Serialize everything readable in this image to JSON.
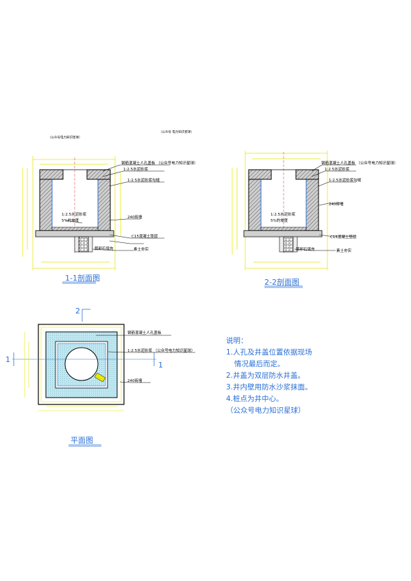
{
  "header": {
    "left_note": "（公众号电力知识星球）",
    "center_note": "（公众号 电力知识星球）"
  },
  "section11": {
    "title": "1-1剖面图",
    "labels": {
      "lid": "钢筋混凝土人孔盖板 （公众号电力知识星球）",
      "mortar": "1:2.5水泥砂浆",
      "mortar_pointing": "1:2.5水泥砂浆勾缝",
      "mortar_inner": "1:2.5水泥砂浆",
      "slope": "5%的坡度",
      "brick": "240砖墙",
      "c15": "C15混凝土垫层",
      "gravel": "鹅卵石填充",
      "soil": "素土夯实"
    }
  },
  "section22": {
    "title": "2-2剖面图",
    "labels": {
      "lid": "钢筋混凝土人孔盖板 （公众号电力知识星球）",
      "mortar": "1:2.5水泥砂浆",
      "mortar_pointing": "1:2.5水泥砂浆勾缝",
      "mortar_inner": "1:2.5水泥砂浆",
      "slope": "5%的坡度",
      "brick": "240砖墙",
      "c15": "C15混凝土垫层",
      "gravel": "鹅卵石填充",
      "soil": "素土夯实"
    }
  },
  "plan": {
    "title": "平面图",
    "mark2": "2",
    "mark1_left": "1",
    "mark1_right": "1",
    "labels": {
      "lid": "钢筋混凝土人孔盖板",
      "mortar": "1:2.5水泥砂浆 （公众号电力知识星球）",
      "brick": "240砖墙"
    }
  },
  "notes": {
    "heading": "说明：",
    "items": [
      "1.人孔及井盖位置依据现场",
      "情况最后而定。",
      "2.井盖为双层防水井盖。",
      "3.井内壁用防水沙浆抹面。",
      "4.桩点为井中心。",
      "（公众号电力知识星球）"
    ]
  },
  "colors": {
    "dimension": "#e8e800",
    "note_blue": "#2a6fd6",
    "fill_cyan": "#bfe8f2",
    "brick_gray": "#9a9a9a"
  }
}
